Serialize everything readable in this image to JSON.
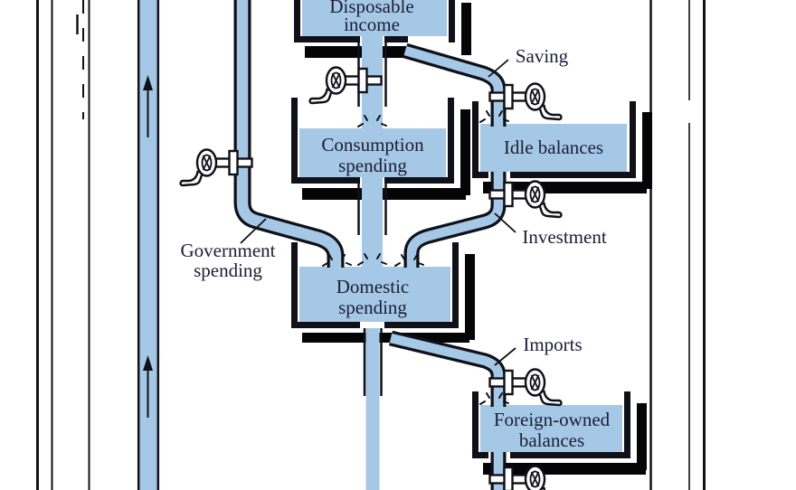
{
  "colors": {
    "water": "#a5c8e6",
    "line": "#101018",
    "ink": "#1d1d35",
    "shadow": "#050508",
    "background": "#ffffff"
  },
  "tanks": {
    "disposable_income": {
      "lines": [
        "Disposable",
        "income"
      ]
    },
    "consumption_spending": {
      "lines": [
        "Consumption",
        "spending"
      ]
    },
    "idle_balances": {
      "lines": [
        "Idle balances"
      ]
    },
    "domestic_spending": {
      "lines": [
        "Domestic",
        "spending"
      ]
    },
    "foreign_owned_balances": {
      "lines": [
        "Foreign-owned",
        "balances"
      ]
    }
  },
  "flow_labels": {
    "saving": "Saving",
    "investment": "Investment",
    "government_line1": "Government",
    "government_line2": "spending",
    "imports": "Imports"
  },
  "icons": {
    "valve": "handwheel-valve-icon",
    "flow_arrow": "up-arrow-icon"
  }
}
